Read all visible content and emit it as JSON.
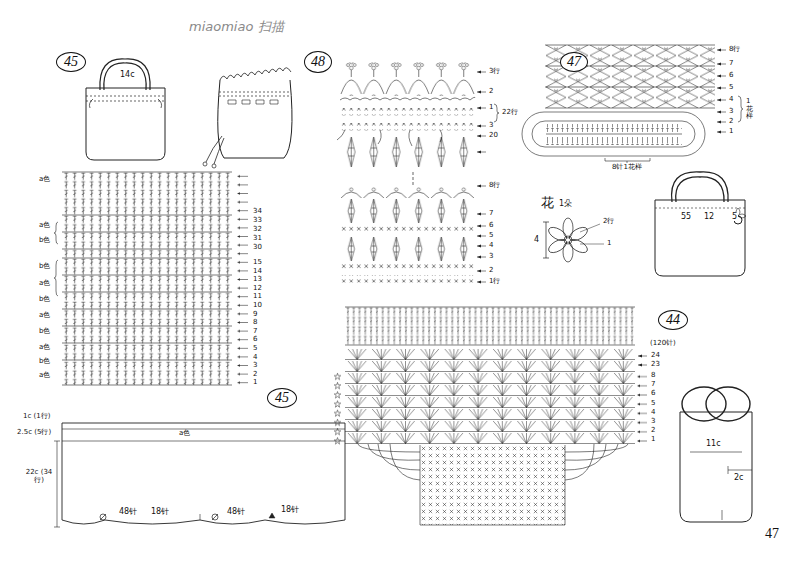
{
  "diagram": {
    "nodes": [
      {
        "text": [
          "45"
        ]
      },
      {
        "text": [
          "48"
        ]
      },
      {
        "text": [
          "47"
        ]
      },
      {
        "text": [
          "44"
        ]
      },
      {
        "text": [
          "45"
        ]
      }
    ],
    "labels": [
      "miaomiao 扫描",
      "14c",
      "a色",
      "a色",
      "b色",
      "b色",
      "a色",
      "b色",
      "a色",
      "b色",
      "a色",
      "b色",
      "a色",
      "34",
      "33",
      "32",
      "31",
      "30",
      "15",
      "14",
      "13",
      "12",
      "11",
      "10",
      "9",
      "8",
      "7",
      "6",
      "5",
      "4",
      "3",
      "2",
      "1",
      "3行",
      "2",
      "1",
      "22行",
      "3",
      "20",
      "8行",
      "7",
      "6",
      "5",
      "4",
      "3",
      "2",
      "1行",
      "8行",
      "7",
      "6",
      "5",
      "4",
      "3",
      "2",
      "1",
      "1花样",
      "8针1花样",
      "花",
      "1朵",
      "2行",
      "1",
      "4",
      "55",
      "12",
      "5",
      "(120针)",
      "24",
      "23",
      "8",
      "7",
      "6",
      "5",
      "4",
      "3",
      "2",
      "1",
      "11c",
      "2c",
      "1c (1行)",
      "2.5c (5行)",
      "a色",
      "22c (34行)",
      "48针",
      "18针",
      "48针",
      "18针",
      "47"
    ]
  }
}
